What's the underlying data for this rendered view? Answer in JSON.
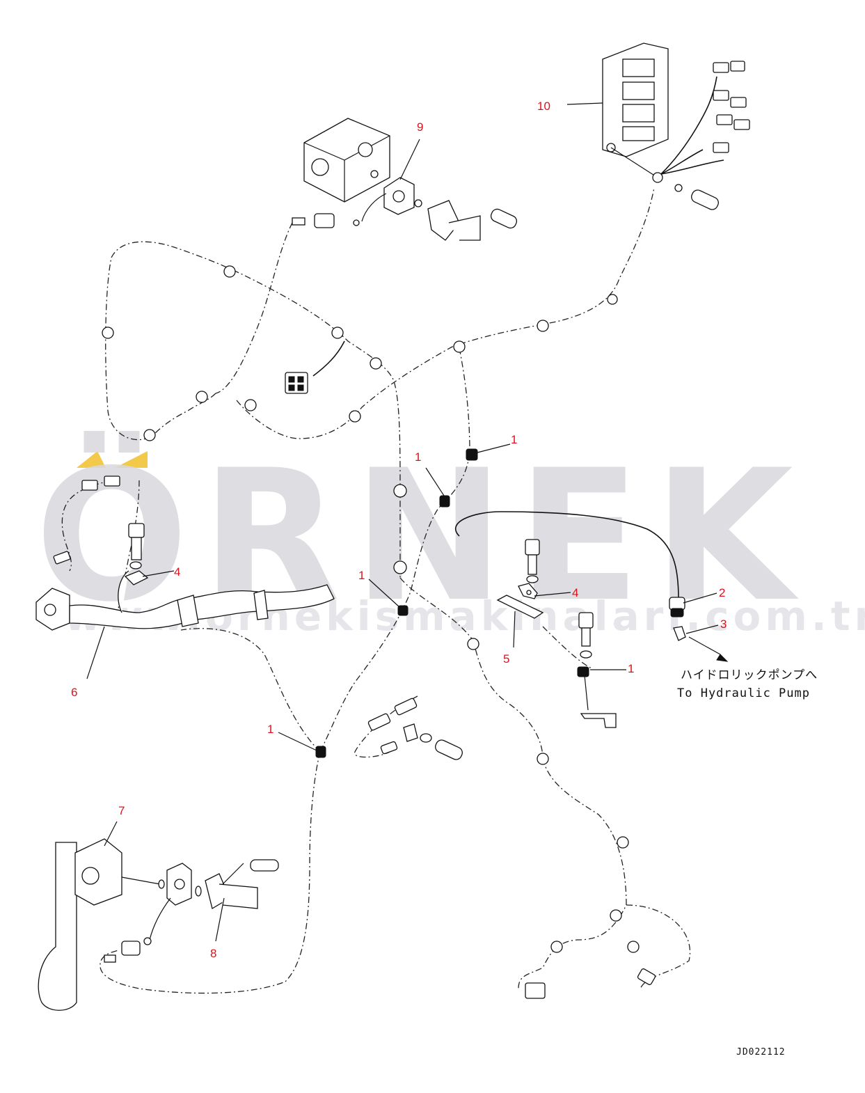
{
  "watermark": {
    "brand": "ÖRNEK",
    "url": "www.ornekismakinalari.com.tr",
    "accent_color": "#f3c94a",
    "text_color": "#d9d9dd"
  },
  "callouts": [
    {
      "label": "1"
    },
    {
      "label": "1"
    },
    {
      "label": "1"
    },
    {
      "label": "1"
    },
    {
      "label": "1"
    },
    {
      "label": "2"
    },
    {
      "label": "3"
    },
    {
      "label": "4"
    },
    {
      "label": "4"
    },
    {
      "label": "5"
    },
    {
      "label": "6"
    },
    {
      "label": "7"
    },
    {
      "label": "8"
    },
    {
      "label": "9"
    },
    {
      "label": "10"
    }
  ],
  "annotation": {
    "japanese": "ハイドロリックポンプへ",
    "english": "To Hydraulic Pump"
  },
  "drawing_code": "JD022112",
  "colors": {
    "callout": "#e0101a",
    "line": "#111111",
    "background": "#ffffff"
  }
}
